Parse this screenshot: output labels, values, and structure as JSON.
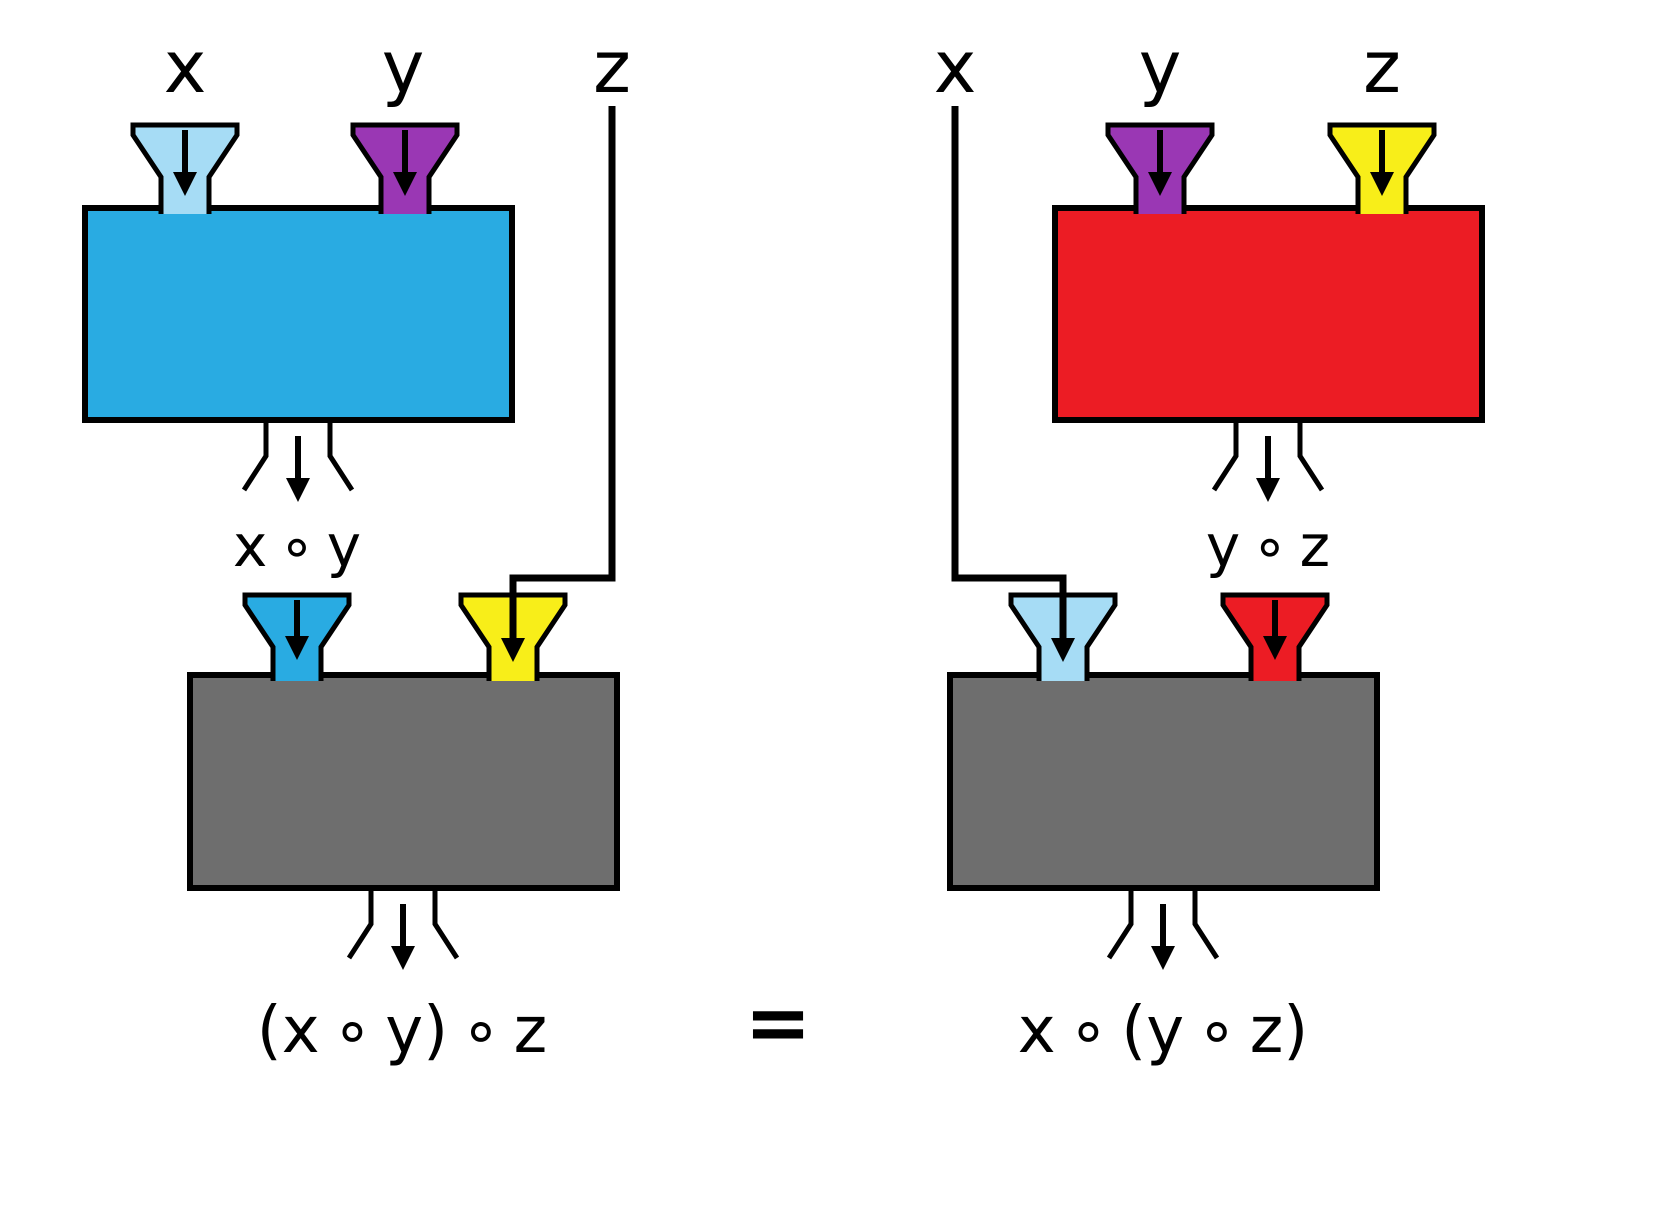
{
  "diagram": {
    "left": {
      "input_labels": {
        "x": "x",
        "y": "y",
        "z": "z"
      },
      "intermediate_label": "x ∘ y",
      "result_label": "(x ∘ y) ∘ z"
    },
    "equals": "=",
    "right": {
      "input_labels": {
        "x": "x",
        "y": "y",
        "z": "z"
      },
      "intermediate_label": "y ∘ z",
      "result_label": "x ∘ (y ∘ z)"
    }
  },
  "colors": {
    "light_blue": "#a6dcf5",
    "cyan": "#29abe2",
    "purple": "#9a37b4",
    "yellow": "#f8ee19",
    "red": "#ec1c24",
    "gray": "#6e6e6e",
    "stroke": "#000000",
    "background": "#ffffff"
  }
}
